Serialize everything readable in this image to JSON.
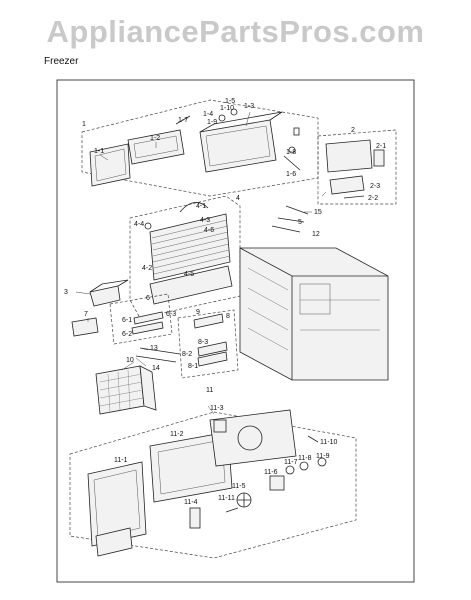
{
  "watermark": "AppliancePartsPros.com",
  "section_title": "Freezer",
  "callouts": [
    "1",
    "1-1",
    "1-2",
    "1-3",
    "1-4",
    "1-5",
    "1-6",
    "1-7",
    "1-8",
    "1-9",
    "1-10",
    "2",
    "2-1",
    "2-2",
    "2-3",
    "3",
    "4",
    "4-1",
    "4-2",
    "4-3",
    "4-4",
    "4-5",
    "4-6",
    "5",
    "6",
    "6-1",
    "6-2",
    "6-3",
    "7",
    "8",
    "8-1",
    "8-2",
    "8-3",
    "9",
    "10",
    "11",
    "11-1",
    "11-2",
    "11-3",
    "11-4",
    "11-5",
    "11-6",
    "11-7",
    "11-8",
    "11-9",
    "11-10",
    "11-11",
    "12",
    "13",
    "14",
    "15"
  ]
}
